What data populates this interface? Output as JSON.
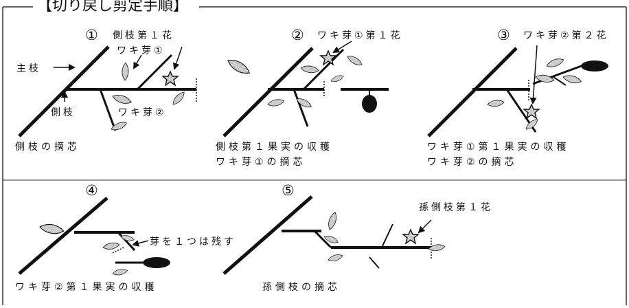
{
  "title": "【切り戻し剪定手順】",
  "steps": [
    {
      "number": "①",
      "labels": [
        "側枝第１花",
        "ワキ芽①",
        "主枝",
        "側枝",
        "ワキ芽②"
      ],
      "caption": [
        "側枝の摘芯"
      ]
    },
    {
      "number": "②",
      "labels": [
        "ワキ芽①第１花"
      ],
      "caption": [
        "側枝第１果実の収穫",
        "ワキ芽①の摘芯"
      ]
    },
    {
      "number": "③",
      "labels": [
        "ワキ芽②第２花"
      ],
      "caption": [
        "ワキ芽①第１果実の収穫",
        "ワキ芽②の摘芯"
      ]
    },
    {
      "number": "④",
      "labels": [
        "芽を１つは残す"
      ],
      "caption": [
        "ワキ芽②第１果実の収穫"
      ]
    },
    {
      "number": "⑤",
      "labels": [
        "孫側枝第１花"
      ],
      "caption": [
        "孫側枝の摘芯"
      ]
    }
  ],
  "colors": {
    "ink": "#111111",
    "leaf_fill": "#d6d6d6",
    "frame": "#333333",
    "background": "#ffffff"
  }
}
